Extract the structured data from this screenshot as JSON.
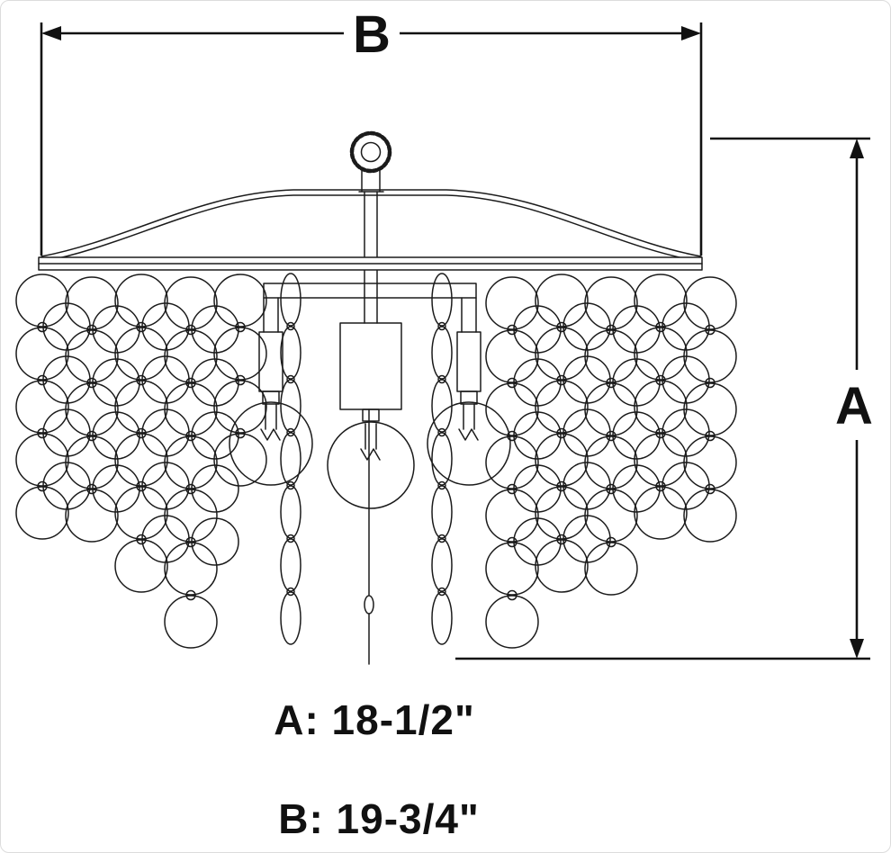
{
  "diagram": {
    "title": "chandelier-dimension-drawing",
    "dim_b": "B",
    "dim_a": "A",
    "size_a": "A: 18-1/2\"",
    "size_b": "B: 19-3/4\"",
    "stroke_color": "#1b1b1b"
  }
}
